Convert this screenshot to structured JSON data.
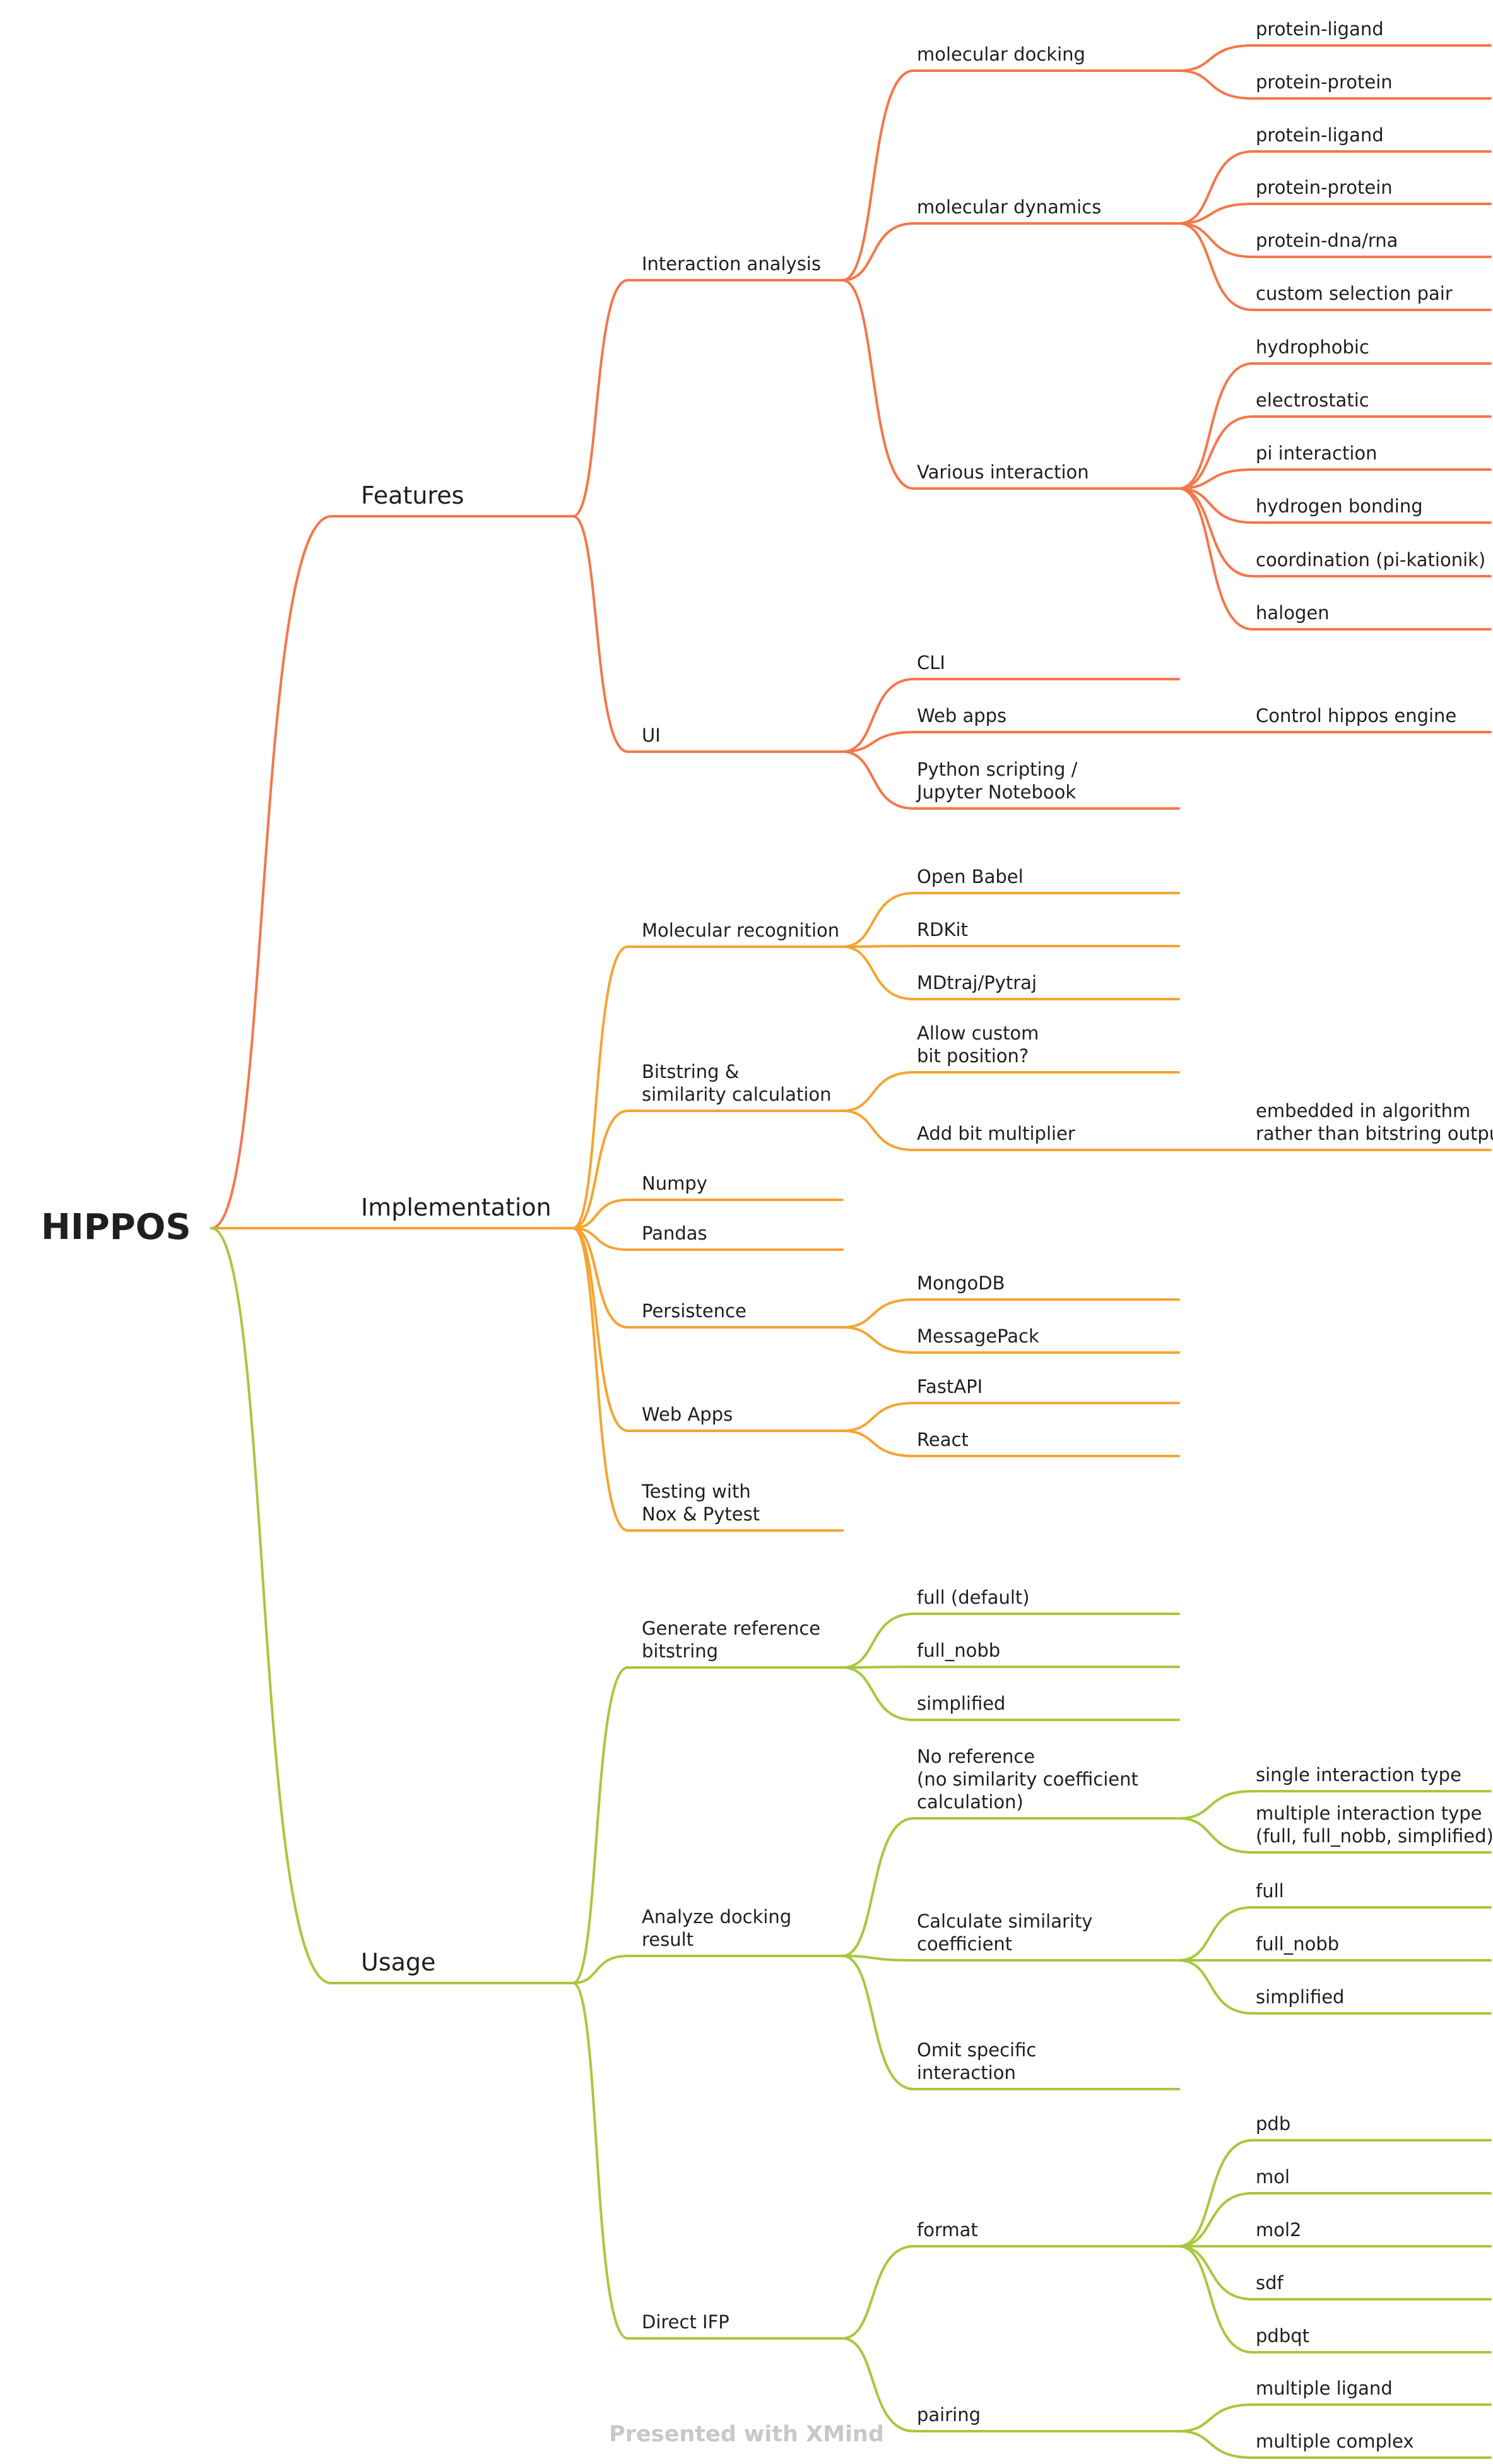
{
  "colors": {
    "features": "#f4774a",
    "implementation": "#f5a432",
    "usage": "#a7c83b",
    "text": "#1f1f1f",
    "watermark": "#c8c8c8"
  },
  "root": {
    "label": "HIPPOS"
  },
  "watermark": "Presented with XMind",
  "branches": [
    {
      "label": "Features",
      "color_key": "features",
      "children": [
        {
          "label": "Interaction analysis",
          "children": [
            {
              "label": "molecular docking",
              "children": [
                {
                  "label": "protein-ligand"
                },
                {
                  "label": "protein-protein"
                }
              ]
            },
            {
              "label": "molecular dynamics",
              "children": [
                {
                  "label": "protein-ligand"
                },
                {
                  "label": "protein-protein"
                },
                {
                  "label": "protein-dna/rna"
                },
                {
                  "label": "custom selection pair"
                }
              ]
            },
            {
              "label": "Various interaction",
              "children": [
                {
                  "label": "hydrophobic"
                },
                {
                  "label": "electrostatic"
                },
                {
                  "label": "pi interaction"
                },
                {
                  "label": "hydrogen bonding"
                },
                {
                  "label": "coordination (pi-kationik)"
                },
                {
                  "label": "halogen"
                }
              ]
            }
          ]
        },
        {
          "label": "UI",
          "children": [
            {
              "label": "CLI"
            },
            {
              "label": "Web apps",
              "children": [
                {
                  "label": "Control  hippos engine"
                }
              ]
            },
            {
              "label": "Python scripting /\nJupyter Notebook"
            }
          ]
        }
      ]
    },
    {
      "label": "Implementation",
      "color_key": "implementation",
      "children": [
        {
          "label": "Molecular recognition",
          "children": [
            {
              "label": "Open Babel"
            },
            {
              "label": "RDKit"
            },
            {
              "label": "MDtraj/Pytraj"
            }
          ]
        },
        {
          "label": "Bitstring &\nsimilarity calculation",
          "children": [
            {
              "label": "Allow custom\nbit position?"
            },
            {
              "label": "Add bit multiplier",
              "children": [
                {
                  "label": "embedded in algorithm\nrather than bitstring output"
                }
              ]
            }
          ]
        },
        {
          "label": "Numpy"
        },
        {
          "label": "Pandas"
        },
        {
          "label": "Persistence",
          "children": [
            {
              "label": "MongoDB"
            },
            {
              "label": "MessagePack"
            }
          ]
        },
        {
          "label": "Web Apps",
          "children": [
            {
              "label": "FastAPI"
            },
            {
              "label": "React"
            }
          ]
        },
        {
          "label": "Testing with\nNox & Pytest"
        }
      ]
    },
    {
      "label": "Usage",
      "color_key": "usage",
      "children": [
        {
          "label": "Generate reference\nbitstring",
          "children": [
            {
              "label": "full (default)"
            },
            {
              "label": "full_nobb"
            },
            {
              "label": "simplified"
            }
          ]
        },
        {
          "label": "Analyze docking\nresult",
          "children": [
            {
              "label": "No reference\n(no similarity coefficient\ncalculation)",
              "children": [
                {
                  "label": "single interaction type"
                },
                {
                  "label": "multiple interaction type\n(full, full_nobb, simplified)"
                }
              ]
            },
            {
              "label": "Calculate similarity\ncoefficient",
              "children": [
                {
                  "label": "full"
                },
                {
                  "label": "full_nobb"
                },
                {
                  "label": "simplified"
                }
              ]
            },
            {
              "label": "Omit specific\ninteraction"
            }
          ]
        },
        {
          "label": "Direct IFP",
          "children": [
            {
              "label": "format",
              "children": [
                {
                  "label": "pdb"
                },
                {
                  "label": "mol"
                },
                {
                  "label": "mol2"
                },
                {
                  "label": "sdf"
                },
                {
                  "label": "pdbqt"
                }
              ]
            },
            {
              "label": "pairing",
              "children": [
                {
                  "label": "multiple ligand"
                },
                {
                  "label": "multiple complex"
                }
              ]
            }
          ]
        }
      ]
    }
  ]
}
